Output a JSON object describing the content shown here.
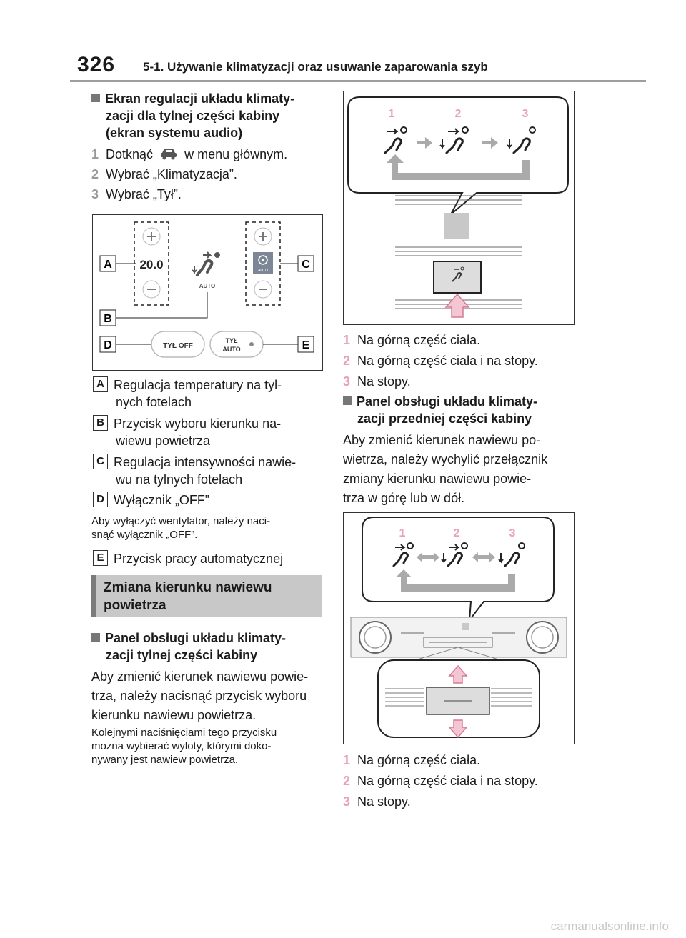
{
  "header": {
    "page_number": "326",
    "title": "5-1. Używanie klimatyzacji oraz usuwanie zaparowania szyb"
  },
  "left": {
    "heading1": {
      "line1": "Ekran regulacji układu klimaty-",
      "line2": "zacji dla tylnej części kabiny",
      "line3": "(ekran systemu audio)"
    },
    "steps": [
      {
        "num": "1",
        "before": "Dotknąć",
        "after": "w menu głównym."
      },
      {
        "num": "2",
        "text": "Wybrać „Klimatyzacja”."
      },
      {
        "num": "3",
        "text": "Wybrać „Tył”."
      }
    ],
    "figure1": {
      "temp": "20.0",
      "auto_small": "AUTO",
      "auto_small_right": "AUTO",
      "off_button": "TYŁ OFF",
      "auto_button_line1": "TYŁ",
      "auto_button_line2": "AUTO",
      "label_a": "A",
      "label_b": "B",
      "label_c": "C",
      "label_d": "D",
      "label_e": "E"
    },
    "legend": {
      "a_letter": "A",
      "a_line1": "Regulacja temperatury na tyl-",
      "a_line2": "nych fotelach",
      "b_letter": "B",
      "b_line1": "Przycisk wyboru kierunku na-",
      "b_line2": "wiewu powietrza",
      "c_letter": "C",
      "c_line1": "Regulacja intensywności nawie-",
      "c_line2": "wu na tylnych fotelach",
      "d_letter": "D",
      "d_line1": "Wyłącznik „OFF”",
      "note_line1": "Aby wyłączyć wentylator, należy naci-",
      "note_line2": "snąć wyłącznik „OFF”.",
      "e_letter": "E",
      "e_line1": "Przycisk pracy automatycznej"
    },
    "section": {
      "line1": "Zmiana kierunku nawiewu",
      "line2": "powietrza"
    },
    "heading2": {
      "line1": "Panel obsługi układu klimaty-",
      "line2": "zacji tylnej części kabiny"
    },
    "para1": {
      "line1": "Aby zmienić kierunek nawiewu powie-",
      "line2": "trza, należy nacisnąć przycisk wyboru",
      "line3": "kierunku nawiewu powietrza."
    },
    "para2": {
      "line1": "Kolejnymi naciśnięciami tego przycisku",
      "line2": "można wybierać wyloty, którymi doko-",
      "line3": "nywany jest nawiew powietrza."
    }
  },
  "right": {
    "figure2": {
      "n1": "1",
      "n2": "2",
      "n3": "3"
    },
    "list1": [
      {
        "num": "1",
        "text": "Na górną część ciała."
      },
      {
        "num": "2",
        "text": "Na górną część ciała i na stopy."
      },
      {
        "num": "3",
        "text": "Na stopy."
      }
    ],
    "heading3": {
      "line1": "Panel obsługi układu klimaty-",
      "line2": "zacji przedniej części kabiny"
    },
    "para3": {
      "line1": "Aby zmienić kierunek nawiewu po-",
      "line2": "wietrza, należy wychylić przełącznik",
      "line3": "zmiany kierunku nawiewu powie-",
      "line4": "trza w górę lub w dół."
    },
    "figure3": {
      "n1": "1",
      "n2": "2",
      "n3": "3"
    },
    "list2": [
      {
        "num": "1",
        "text": "Na górną część ciała."
      },
      {
        "num": "2",
        "text": "Na górną część ciała i na stopy."
      },
      {
        "num": "3",
        "text": "Na stopy."
      }
    ]
  },
  "footer": {
    "watermark": "carmanualsonline.info"
  }
}
